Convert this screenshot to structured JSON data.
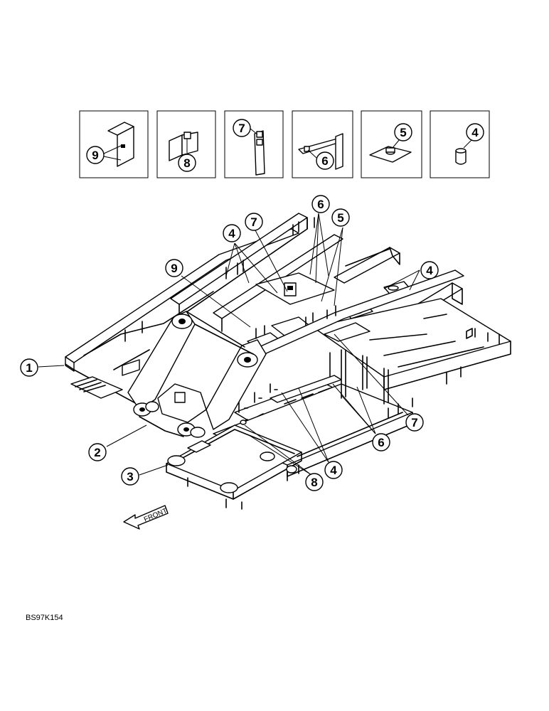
{
  "figure_code": "BS97K154",
  "front_label": "FRONT",
  "inset_callouts": [
    "9",
    "8",
    "7",
    "6",
    "5",
    "4"
  ],
  "main_callouts": [
    "1",
    "2",
    "3",
    "4",
    "4",
    "4",
    "5",
    "6",
    "6",
    "7",
    "7",
    "8",
    "9"
  ]
}
